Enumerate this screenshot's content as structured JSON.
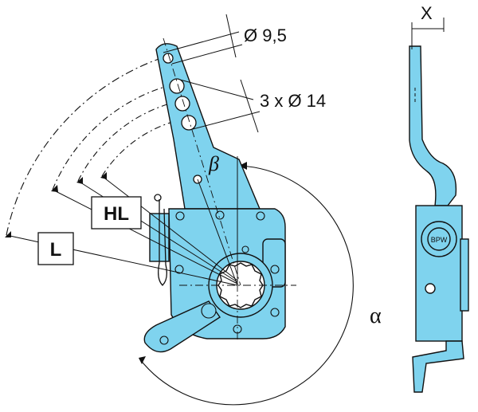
{
  "labels": {
    "hole_small": "Ø 9,5",
    "holes_three": "3 x Ø 14",
    "width_x": "X",
    "angle_beta": "β",
    "angle_alpha": "α",
    "length_hl": "HL",
    "length_l": "L"
  },
  "logo_text": "BPW",
  "colors": {
    "body_fill": "#7fd3ee",
    "outline": "#111111"
  }
}
